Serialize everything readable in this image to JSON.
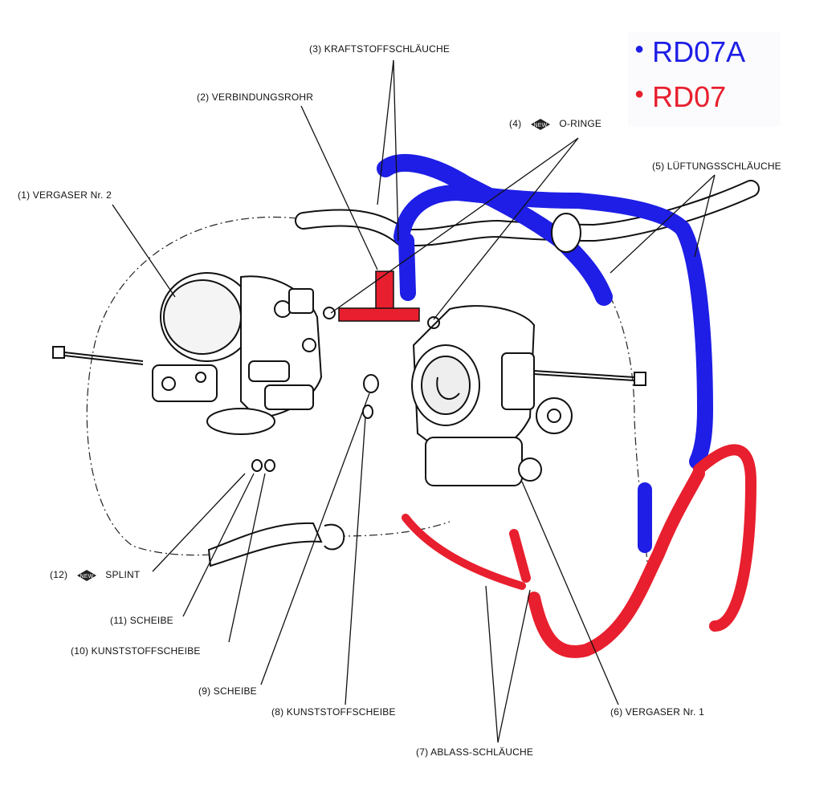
{
  "legend": {
    "items": [
      {
        "label": "RD07A",
        "color": "#1e1ee6"
      },
      {
        "label": "RD07",
        "color": "#e81f2e"
      }
    ]
  },
  "parts": {
    "p1": "(1) VERGASER Nr. 2",
    "p2": "(2) VERBINDUNGSROHR",
    "p3": "(3) KRAFTSTOFFSCHLÄUCHE",
    "p4_num": "(4)",
    "p4_text": "O-RINGE",
    "p5": "(5) LÜFTUNGSSCHLÄUCHE",
    "p6": "(6) VERGASER Nr. 1",
    "p7": "(7) ABLASS-SCHLÄUCHE",
    "p8": "(8) KUNSTSTOFFSCHEIBE",
    "p9": "(9) SCHEIBE",
    "p10": "(10) KUNSTSTOFFSCHEIBE",
    "p11": "(11) SCHEIBE",
    "p12_num": "(12)",
    "p12_text": "SPLINT"
  },
  "badge_text": "NEW",
  "colors": {
    "blue_hose": "#1e1ee6",
    "red_hose": "#e81f2e",
    "line": "#111111"
  }
}
